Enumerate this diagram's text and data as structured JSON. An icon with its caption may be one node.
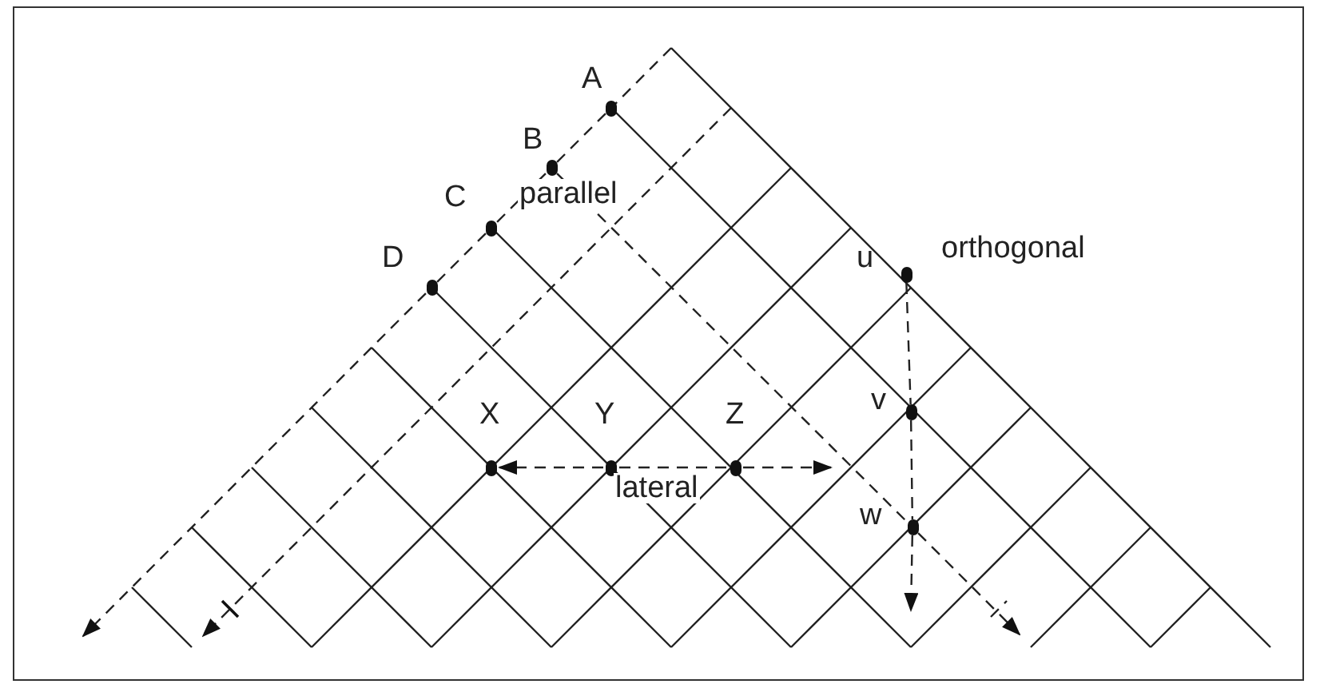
{
  "diagram": {
    "nodes": [
      {
        "text": [],
        "shape": "circle",
        "beside": [
          "A"
        ]
      },
      {
        "text": [],
        "shape": "circle",
        "beside": [
          "B"
        ]
      },
      {
        "text": [],
        "shape": "circle",
        "beside": [
          "C"
        ]
      },
      {
        "text": [],
        "shape": "circle",
        "beside": [
          "u"
        ]
      },
      {
        "text": [],
        "shape": "circle",
        "beside": [
          "D"
        ]
      },
      {
        "text": [],
        "shape": "circle",
        "beside": [
          "v"
        ]
      },
      {
        "text": [],
        "shape": "circle",
        "beside": [
          "X"
        ]
      },
      {
        "text": [],
        "shape": "circle",
        "beside": [
          "Y"
        ]
      },
      {
        "text": [],
        "shape": "circle",
        "beside": [
          "Z"
        ]
      },
      {
        "text": [],
        "shape": "circle",
        "beside": [
          "w"
        ]
      }
    ],
    "edges": [
      {
        "from": 0,
        "to": 1,
        "arrow": "none",
        "style": "dashed"
      },
      {
        "from": 1,
        "to": 2,
        "arrow": "none",
        "style": "dashed"
      },
      {
        "from": 2,
        "to": 4,
        "arrow": "none",
        "style": "dashed"
      },
      {
        "from": 4,
        "to": null,
        "arrow": "to",
        "style": "dashed"
      },
      {
        "from": 1,
        "to": 9,
        "arrow": "none",
        "style": "dashed"
      },
      {
        "from": 9,
        "to": null,
        "arrow": "to",
        "style": "dashed"
      },
      {
        "from": 7,
        "to": 6,
        "arrow": "to",
        "style": "dashed"
      },
      {
        "from": 7,
        "to": 8,
        "arrow": "none",
        "style": "dashed"
      },
      {
        "from": 8,
        "to": null,
        "arrow": "to",
        "style": "dashed"
      },
      {
        "from": 3,
        "to": 5,
        "arrow": "none",
        "style": "dashed"
      },
      {
        "from": 5,
        "to": 9,
        "arrow": "none",
        "style": "dashed"
      },
      {
        "from": 9,
        "to": null,
        "arrow": "to",
        "style": "dashed"
      }
    ],
    "labels": [
      "parallel",
      "lateral",
      "orthogonal"
    ]
  }
}
